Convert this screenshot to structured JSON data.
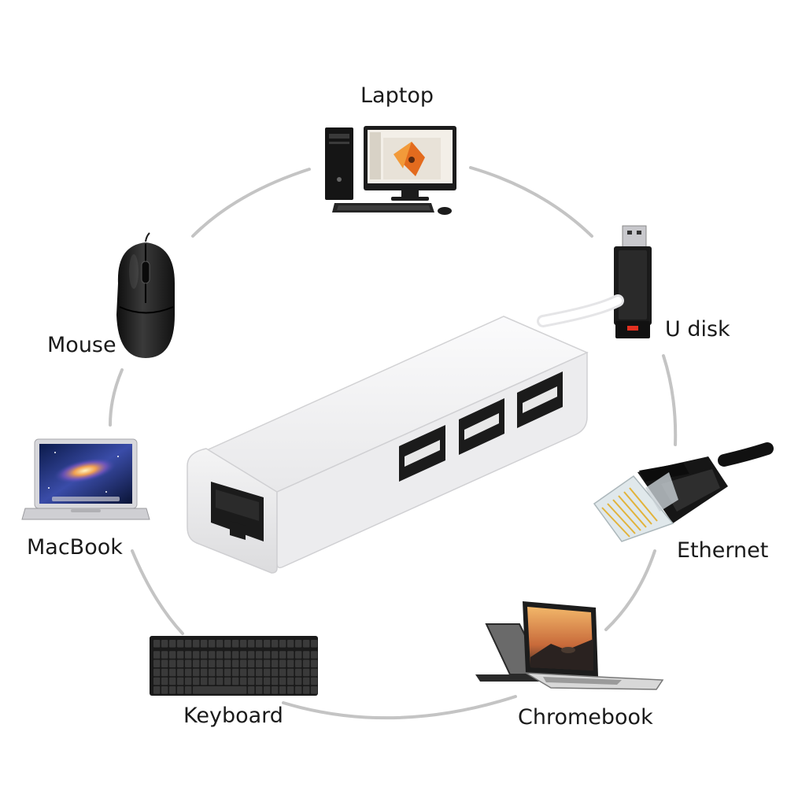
{
  "diagram": {
    "labels": {
      "laptop": "Laptop",
      "udisk": "U disk",
      "mouse": "Mouse",
      "macbook": "MacBook",
      "ethernet": "Ethernet",
      "keyboard": "Keyboard",
      "chromebook": "Chromebook"
    }
  },
  "colors": {
    "ring": "#c4c4c4",
    "hub_body": "#f0f0f2",
    "port_dark": "#1b1b1b",
    "label_text": "#1a1a1a"
  },
  "icons": {
    "center": "usb-ethernet-hub-icon",
    "laptop": "desktop-computer-icon",
    "udisk": "usb-flash-drive-icon",
    "mouse": "computer-mouse-icon",
    "macbook": "macbook-laptop-icon",
    "ethernet": "rj45-connector-icon",
    "keyboard": "keyboard-icon",
    "chromebook": "chromebook-laptop-icon"
  }
}
